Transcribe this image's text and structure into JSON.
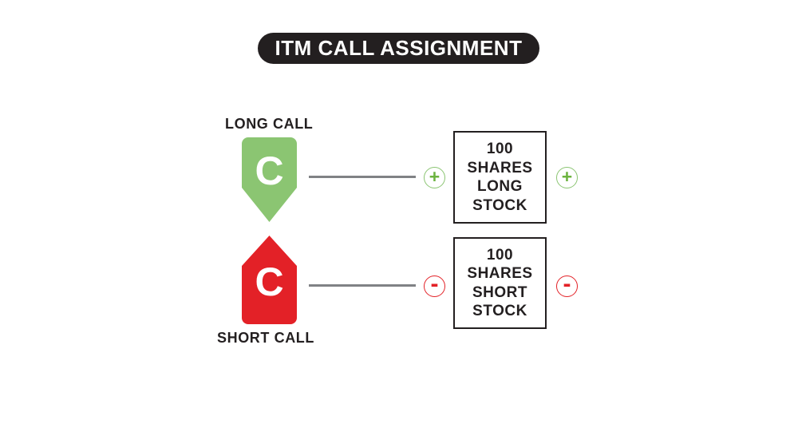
{
  "title": {
    "label": "ITM CALL ASSIGNMENT"
  },
  "long_call": {
    "label": "LONG CALL",
    "symbol": "C",
    "sign": "+",
    "box": {
      "lines": [
        "100",
        "SHARES",
        "LONG",
        "STOCK"
      ]
    }
  },
  "short_call": {
    "label": "SHORT CALL",
    "symbol": "C",
    "sign": "-",
    "box": {
      "lines": [
        "100",
        "SHARES",
        "SHORT",
        "STOCK"
      ]
    }
  },
  "colors": {
    "long_green": "#8BC572",
    "short_red": "#E32127",
    "ink_black": "#231F20",
    "connector_gray": "#808285"
  }
}
